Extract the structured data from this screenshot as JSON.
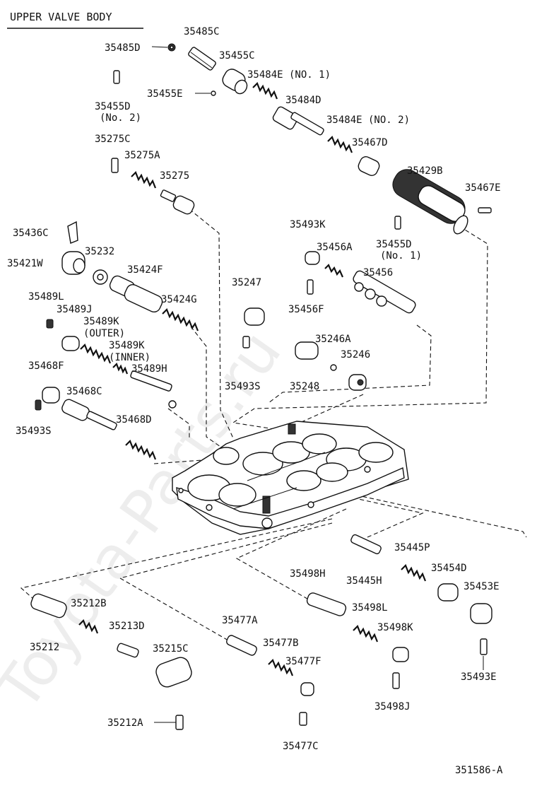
{
  "title": "UPPER VALVE BODY",
  "diagram_code": "351586-A",
  "watermark": "Toyota-Parts.ru",
  "labels": {
    "p35485C": "35485C",
    "p35485D": "35485D",
    "p35455C": "35455C",
    "p35484E_no1": "35484E (NO. 1)",
    "p35455E": "35455E",
    "p35455D_no2_a": "35455D",
    "p35455D_no2_b": "(No. 2)",
    "p35484D": "35484D",
    "p35484E_no2": "35484E (NO. 2)",
    "p35275C": "35275C",
    "p35467D": "35467D",
    "p35275A": "35275A",
    "p35275": "35275",
    "p35429B": "35429B",
    "p35467E": "35467E",
    "p35436C": "35436C",
    "p35493K": "35493K",
    "p35455D_no1_a": "35455D",
    "p35455D_no1_b": "(No. 1)",
    "p35232": "35232",
    "p35456A": "35456A",
    "p35421W": "35421W",
    "p35424F": "35424F",
    "p35456": "35456",
    "p35247": "35247",
    "p35489L": "35489L",
    "p35424G": "35424G",
    "p35456F": "35456F",
    "p35489J": "35489J",
    "p35489K_outer_a": "35489K",
    "p35489K_outer_b": "(OUTER)",
    "p35246A": "35246A",
    "p35489K_inner_a": "35489K",
    "p35489K_inner_b": "(INNER)",
    "p35246": "35246",
    "p35468F": "35468F",
    "p35489H": "35489H",
    "p35493S_right": "35493S",
    "p35248": "35248",
    "p35468C": "35468C",
    "p35493S_left": "35493S",
    "p35468D": "35468D",
    "p35445P": "35445P",
    "p35454D": "35454D",
    "p35498H": "35498H",
    "p35445H": "35445H",
    "p35453E": "35453E",
    "p35212B": "35212B",
    "p35498L": "35498L",
    "p35477A": "35477A",
    "p35213D": "35213D",
    "p35498K": "35498K",
    "p35212": "35212",
    "p35477B": "35477B",
    "p35215C": "35215C",
    "p35477F": "35477F",
    "p35493E": "35493E",
    "p35498J": "35498J",
    "p35212A": "35212A",
    "p35477C": "35477C"
  }
}
